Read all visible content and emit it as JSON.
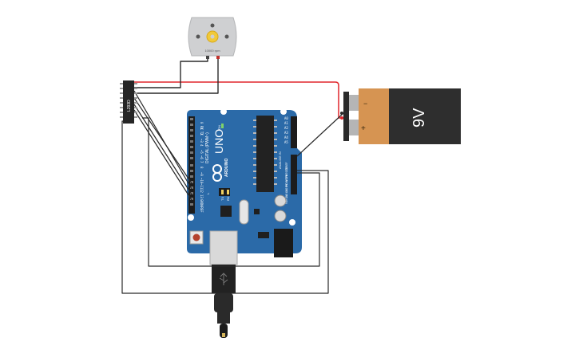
{
  "motor": {
    "label": "10000 rpm"
  },
  "driver": {
    "label": "L293D"
  },
  "battery": {
    "voltage": "9V",
    "minus": "−",
    "plus": "+"
  },
  "arduino": {
    "model": "UNO",
    "brand": "ARDUINO",
    "digital_label": "DIGITAL (PWM~)",
    "power_label": "POWER",
    "analog_label": "ANALOG IN",
    "tx": "TX",
    "rx": "RX",
    "on": "ON",
    "l_label": "L",
    "digital_pins": [
      "0 RX",
      "1 TX",
      "2",
      "~3",
      "4",
      "~5",
      "~6",
      "7",
      "8",
      "~9",
      "~10",
      "~11",
      "12",
      "13",
      "GND",
      "AREF"
    ],
    "power_pins": [
      "IOREF",
      "RESET",
      "3.3V",
      "5V",
      "GND",
      "GND",
      "Vin"
    ],
    "analog_pins": [
      "A0",
      "A1",
      "A2",
      "A3",
      "A4",
      "A5"
    ]
  },
  "colors": {
    "board": "#2b6aa8",
    "wire_dark": "#2a2a2a",
    "wire_red": "#e0272c",
    "battery_orange": "#d69452",
    "battery_black": "#2e2e2e",
    "motor_body": "#cfd0d2",
    "chip": "#222222"
  }
}
